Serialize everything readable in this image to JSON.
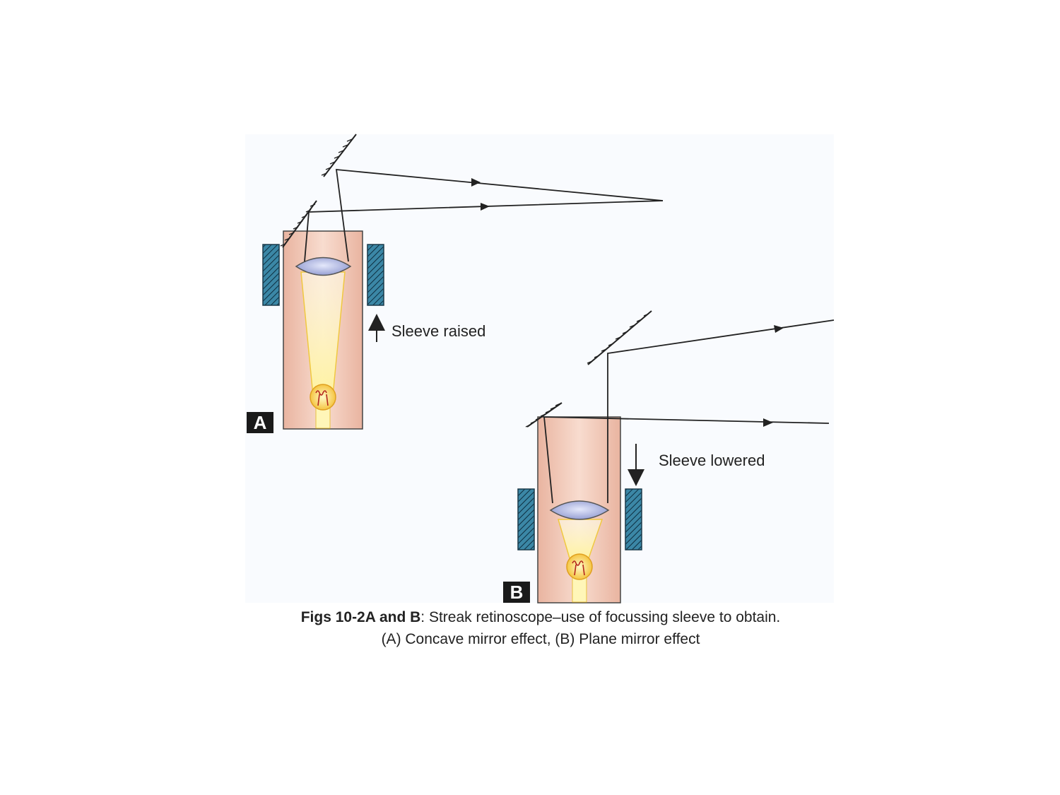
{
  "panels": [
    {
      "badge": "A",
      "label": "Sleeve raised"
    },
    {
      "badge": "B",
      "label": "Sleeve lowered"
    }
  ],
  "caption": {
    "bold": "Figs 10-2A and B",
    "line1_rest": ": Streak retinoscope–use of focussing sleeve to obtain.",
    "line2": "(A) Concave mirror effect, (B) Plane mirror effect"
  },
  "colors": {
    "tube": "#f2c7b5",
    "sleeve": "#3b87a6",
    "lens": "#b7bfe8",
    "beam": "#fff1a8",
    "badge": "#1a1a1a",
    "panel": "#f9fbfe"
  }
}
